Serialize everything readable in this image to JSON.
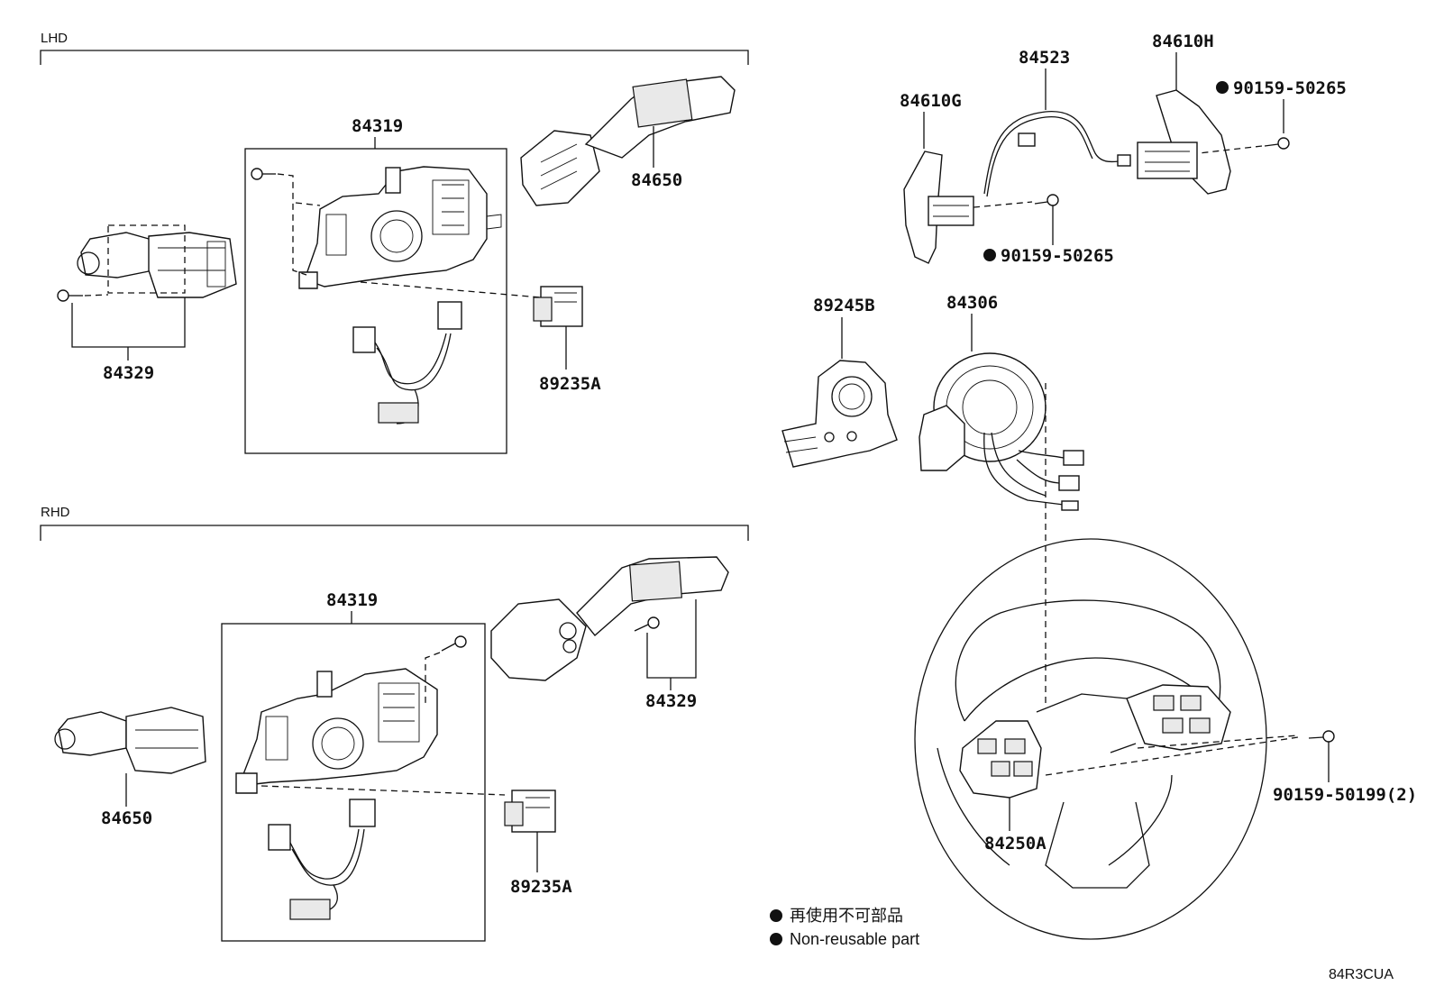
{
  "sections": {
    "lhd": "LHD",
    "rhd": "RHD"
  },
  "parts": {
    "lhd_84319": "84319",
    "lhd_84329": "84329",
    "lhd_84650": "84650",
    "lhd_89235A": "89235A",
    "rhd_84319": "84319",
    "rhd_84329": "84329",
    "rhd_84650": "84650",
    "rhd_89235A": "89235A",
    "p84523": "84523",
    "p84610H": "84610H",
    "p84610G": "84610G",
    "p90159_50265_top": "90159-50265",
    "p90159_50265_bottom": "90159-50265",
    "p89245B": "89245B",
    "p84306": "84306",
    "p90159_50199": "90159-50199(2)",
    "p84250A": "84250A"
  },
  "legend": {
    "line1": "再使用不可部品",
    "line2": "Non-reusable part"
  },
  "diagram_code": "84R3CUA"
}
